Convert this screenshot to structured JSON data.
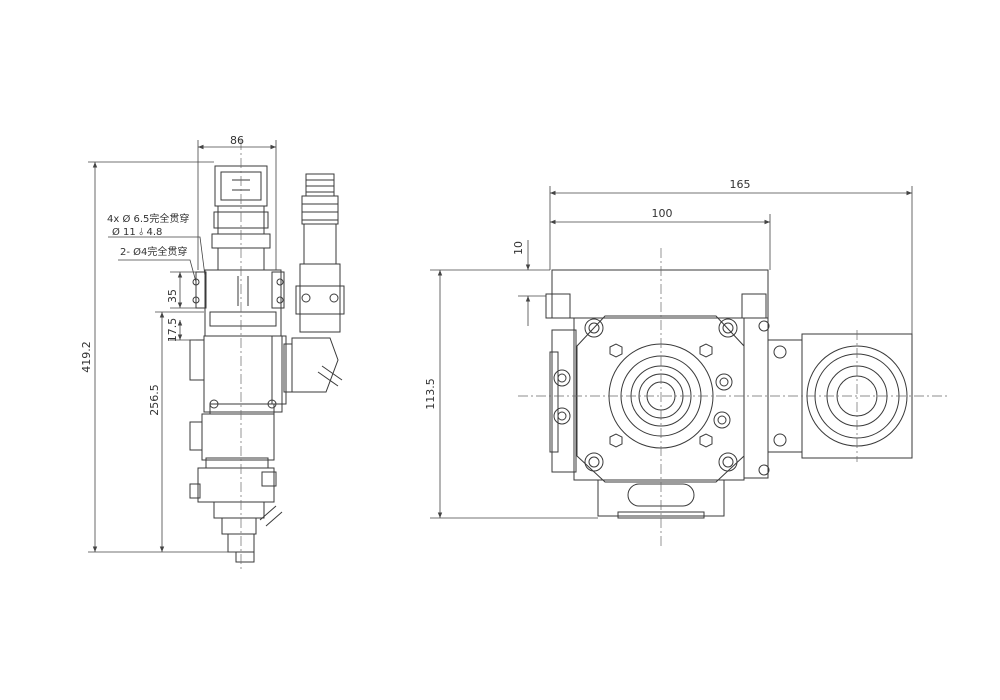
{
  "drawing_type": "technical drawing",
  "side_view": {
    "width": "86",
    "total_height": "419.2",
    "lower_height": "256.5",
    "hole_spacing": "35",
    "hole_offset": "17.5",
    "note_line1": "4x Ø 6.5完全贯穿",
    "note_line2": "Ø 11 ⫰ 4.8",
    "note_line3": "2- Ø4完全贯穿"
  },
  "front_view": {
    "overall_width": "165",
    "body_width": "100",
    "top_offset": "10",
    "height": "113.5"
  },
  "colors": {
    "line": "#3a3a3a",
    "dim": "#444444",
    "center": "#6a6a6a"
  }
}
